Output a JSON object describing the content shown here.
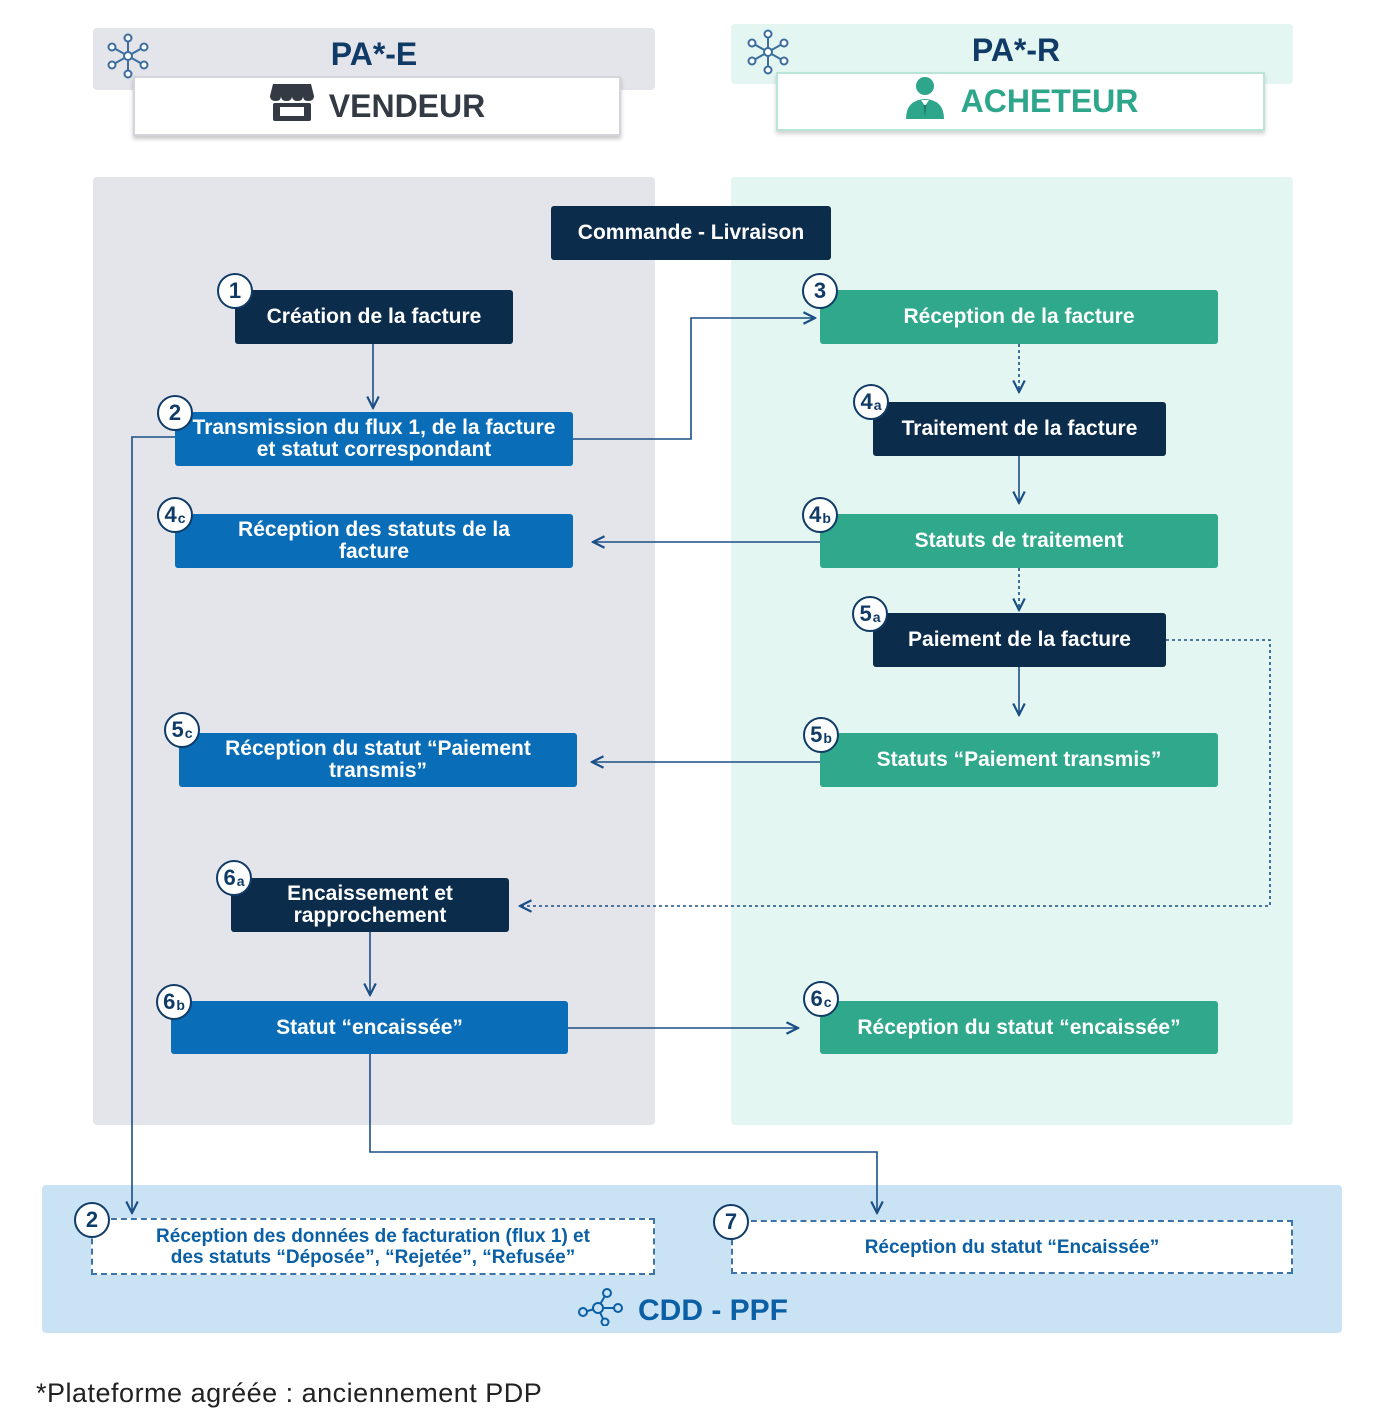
{
  "headers": {
    "left": {
      "platform": "PA*-E",
      "role": "VENDEUR",
      "role_icon": "storefront-icon"
    },
    "right": {
      "platform": "PA*-R",
      "role": "ACHETEUR",
      "role_icon": "person-icon"
    },
    "platform_icon": "network-icon"
  },
  "top_box": "Commande - Livraison",
  "seller_steps": {
    "s1": {
      "badge": "1",
      "label": "Création de la facture"
    },
    "s2": {
      "badge": "2",
      "label": "Transmission du flux 1, de la facture et statut correspondant"
    },
    "s4c": {
      "badge": "4",
      "sub": "c",
      "label": "Réception des statuts de la facture"
    },
    "s5c": {
      "badge": "5",
      "sub": "c",
      "label": "Réception du statut “Paiement transmis”"
    },
    "s6a": {
      "badge": "6",
      "sub": "a",
      "label": "Encaissement et rapprochement"
    },
    "s6b": {
      "badge": "6",
      "sub": "b",
      "label": "Statut “encaissée”"
    }
  },
  "buyer_steps": {
    "s3": {
      "badge": "3",
      "label": "Réception de la facture"
    },
    "s4a": {
      "badge": "4",
      "sub": "a",
      "label": "Traitement de la facture"
    },
    "s4b": {
      "badge": "4",
      "sub": "b",
      "label": "Statuts de traitement"
    },
    "s5a": {
      "badge": "5",
      "sub": "a",
      "label": "Paiement de la facture"
    },
    "s5b": {
      "badge": "5",
      "sub": "b",
      "label": "Statuts “Paiement transmis”"
    },
    "s6c": {
      "badge": "6",
      "sub": "c",
      "label": "Réception du statut “encaissée”"
    }
  },
  "cdd": {
    "title": "CDD - PPF",
    "icon": "network-icon",
    "box2": {
      "badge": "2",
      "line1": "Réception des données de facturation (flux 1) et",
      "line2": "des statuts “Déposée”, “Rejetée”, “Refusée”"
    },
    "box7": {
      "badge": "7",
      "label": "Réception du statut “Encaissée”"
    }
  },
  "footnote": "*Plateforme agréée : anciennement PDP",
  "colors": {
    "navy": "#0c2c4b",
    "blue": "#0a6db7",
    "teal": "#2fa88c",
    "title_blue": "#0f3b66",
    "seller_panel": "#e4e5ea",
    "buyer_panel": "#e3f6f1",
    "cdd_zone": "#c9e3f5"
  }
}
